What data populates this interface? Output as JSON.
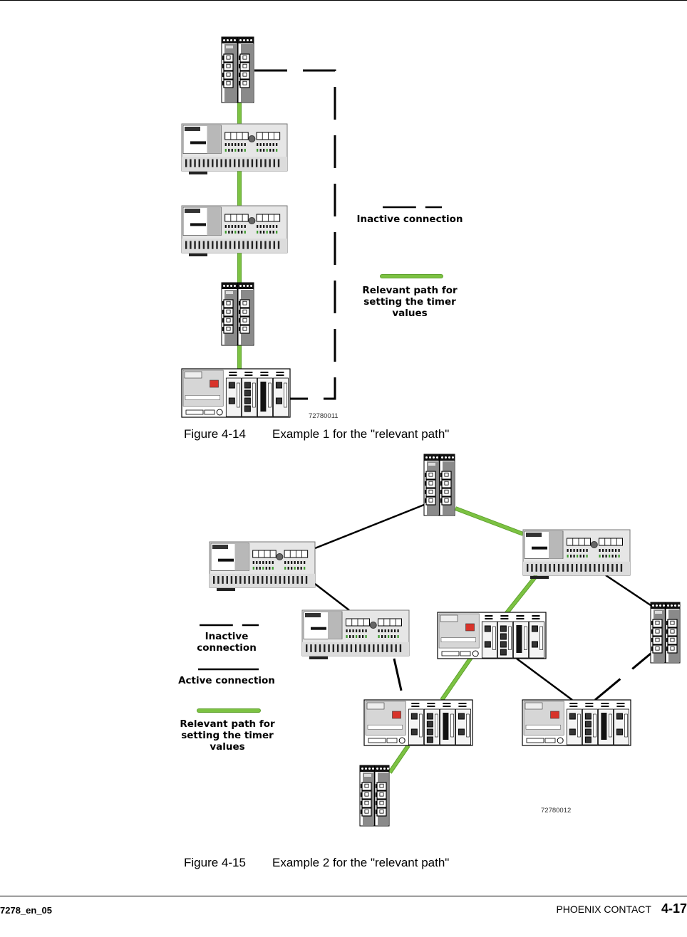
{
  "figures": [
    {
      "number": "Figure 4-14",
      "title": "Example 1 for the \"relevant path\"",
      "drawing_id": "72780011",
      "legend": [
        {
          "type": "inactive",
          "label": "Inactive connection"
        },
        {
          "type": "relevant",
          "label": "Relevant path for setting the timer values"
        }
      ],
      "devices": [
        {
          "id": "f1-switch-top",
          "kind": "din-switch"
        },
        {
          "id": "f1-managed-1",
          "kind": "managed-switch"
        },
        {
          "id": "f1-managed-2",
          "kind": "managed-switch"
        },
        {
          "id": "f1-switch-mid",
          "kind": "din-switch"
        },
        {
          "id": "f1-modular",
          "kind": "modular-switch"
        }
      ],
      "connections": [
        {
          "from": "f1-switch-top",
          "to": "f1-managed-1",
          "type": "relevant"
        },
        {
          "from": "f1-managed-1",
          "to": "f1-managed-2",
          "type": "relevant"
        },
        {
          "from": "f1-managed-2",
          "to": "f1-switch-mid",
          "type": "relevant"
        },
        {
          "from": "f1-switch-mid",
          "to": "f1-modular",
          "type": "relevant"
        },
        {
          "from": "f1-switch-top",
          "to": "f1-modular",
          "type": "inactive"
        }
      ]
    },
    {
      "number": "Figure 4-15",
      "title": "Example 2 for the \"relevant path\"",
      "drawing_id": "72780012",
      "legend": [
        {
          "type": "inactive",
          "label": "Inactive connection"
        },
        {
          "type": "active",
          "label": "Active connection"
        },
        {
          "type": "relevant",
          "label": "Relevant path for setting the timer values"
        }
      ],
      "devices": [
        {
          "id": "f2-switch-top",
          "kind": "din-switch"
        },
        {
          "id": "f2-managed-left",
          "kind": "managed-switch"
        },
        {
          "id": "f2-managed-right",
          "kind": "managed-switch"
        },
        {
          "id": "f2-managed-center",
          "kind": "managed-switch"
        },
        {
          "id": "f2-modular-center",
          "kind": "modular-switch"
        },
        {
          "id": "f2-switch-right",
          "kind": "din-switch"
        },
        {
          "id": "f2-modular-left",
          "kind": "modular-switch"
        },
        {
          "id": "f2-modular-right",
          "kind": "modular-switch"
        },
        {
          "id": "f2-switch-bottom",
          "kind": "din-switch"
        }
      ],
      "connections": [
        {
          "from": "f2-switch-top",
          "to": "f2-managed-left",
          "type": "active"
        },
        {
          "from": "f2-switch-top",
          "to": "f2-managed-right",
          "type": "relevant"
        },
        {
          "from": "f2-managed-left",
          "to": "f2-managed-center",
          "type": "active"
        },
        {
          "from": "f2-managed-center",
          "to": "f2-modular-left",
          "type": "inactive"
        },
        {
          "from": "f2-managed-right",
          "to": "f2-modular-center",
          "type": "relevant"
        },
        {
          "from": "f2-modular-center",
          "to": "f2-modular-left",
          "type": "relevant"
        },
        {
          "from": "f2-modular-left",
          "to": "f2-switch-bottom",
          "type": "relevant"
        },
        {
          "from": "f2-managed-right",
          "to": "f2-switch-right",
          "type": "active"
        },
        {
          "from": "f2-modular-center",
          "to": "f2-modular-right",
          "type": "active"
        },
        {
          "from": "f2-modular-right",
          "to": "f2-switch-right",
          "type": "inactive"
        }
      ]
    }
  ],
  "colors": {
    "relevant": "#7cc242",
    "relevant_edge": "#5fa22f",
    "line": "#000000",
    "device_body": "#e6e6e6",
    "device_dark": "#8a8a8a",
    "status_red": "#d8332a"
  },
  "footer": {
    "doc_id": "7278_en_05",
    "brand": "PHOENIX CONTACT",
    "page": "4-17"
  }
}
